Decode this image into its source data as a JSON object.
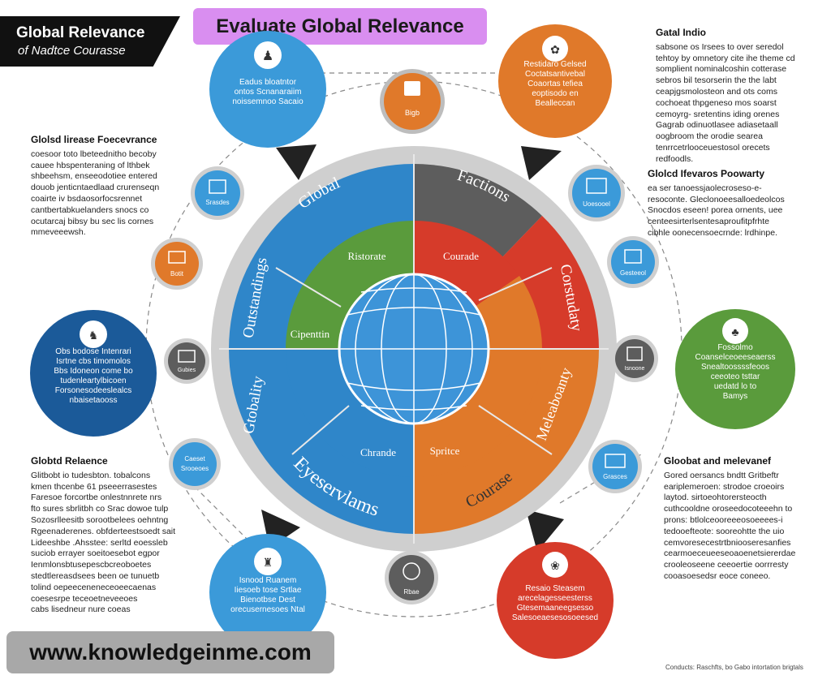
{
  "header": {
    "banner_line1": "Global Relevance",
    "banner_line2": "of Nadtce Courasse",
    "title": "Evaluate Global Relevance"
  },
  "footer": {
    "url": "www.knowledgeinme.com"
  },
  "credit": "Conducts: Raschfts, bo Gabo intortation brigtals",
  "wheel": {
    "quadrants": {
      "top_left": "Global",
      "top_right": "Factions",
      "left_side": "Outstandings",
      "left_lower": "Gtobality",
      "bottom_left": "Eyeservlams",
      "bottom_right": "Courase",
      "right_upper": "Corstudaty",
      "right_lower": "Meleaboanty"
    },
    "inner": {
      "green_top": "Ristorate",
      "green_mid": "Cipenttin",
      "red_inner": "Courade",
      "bottom_left": "Chrande",
      "bottom_right": "Spritce"
    },
    "colors": {
      "blue": "#2f86c9",
      "green": "#5a9b3c",
      "red": "#d63b2a",
      "orange": "#e0792a",
      "gray": "#5d5d5d",
      "ring": "#cfcfcf",
      "globe": "#3d94d8"
    }
  },
  "circles": {
    "top_left": "Eadus bloatntor | ontos Scnanaraiim | noissemnoo Sacaio",
    "top_mid": "Bigb",
    "top_right": "Restidaro Gelsed | Coctatsantivebal | Coaortas tefiea | eoptisodo en | Bealleccan",
    "mid_left_small": "Srasdes",
    "left_orange": "Botit",
    "left_dark": "Obs bodose Intenrari | Isrtne cbs timomolos | Bbs Idoneon come bo | tudenleartylbicoen | Forsonesodeeslealcs | nbaisetaooss",
    "left_gray": "Gubies",
    "lower_left_small": "Caeset | Srooeoes",
    "bottom_left": "Isnood Ruanem | Iiesoeb tose Srtlae | Bienotbse Dest | orecusernesoes Ntal",
    "bottom_mid": "Rbae",
    "bottom_right": "Resaio Steasem | arecelagesseesterss | Gtesemaaneegsesso | Salesoeaesesosoeesed",
    "right_top_small": "Uoesooel",
    "right_mid_small": "Gesteeol",
    "right_green": "Fossolmo | Coanselceoeeseaerss | Snealtoossssfeoos | ceeoteo tsttar | uedatd lo to | Bamys",
    "right_gray": "Isnoone",
    "right_lower_small": "Grasces"
  },
  "text_blocks": [
    {
      "heading": "Gatal Indio",
      "lines": [
        "sabsone os Irsees to over seredol",
        "tehtoy by omnetory cite ihe theme cd",
        "somplient nominalcoshin cotterase",
        "sebros bil tesorserin the the labt",
        "ceapjgsmolosteon and ots coms",
        "cochoeat thpgeneso mos soarst",
        "cemoyrg- sretentins iding orenes",
        "Gagrab odinuotlasee adiasetaall",
        "oogbroom the orodie searea",
        "tenrrcetrlooceuestosol orecets",
        "redfoodls."
      ]
    },
    {
      "heading": "Glolsd lirease Foecevrance",
      "lines": [
        "coesoor toto lbeteednitho becoby",
        "cauee hbspenteraning of lthbek",
        "shbeehsm, enseeodotiee entered",
        "douob jenticntaedlaad crurenseqn",
        "coairte iv bsdaosorfocsrennet",
        "cantbertabkuelanders snocs co",
        "ocutarcaj bibsy bu sec lis cornes",
        "mmeveeewsh."
      ]
    },
    {
      "heading": "Glolcd Ifevaros Poowarty",
      "lines": [
        "ea ser tanoessjaolecroseso-e-",
        "resoconte. Gleclonoeesalloedeolcos",
        "Snocdos eseen! porea ornents, uee",
        "centeesirterlsentesaproufitpfrhte",
        "cibhle oonecensoecrnde: lrdhinpe."
      ]
    },
    {
      "heading": "Globtd Relaence",
      "lines": [
        "Glitbobt io tudesbton. tobalcons",
        "kmen thcenbe 61 pseeerrasestes",
        "Faresoe forcortbe onlestnnrete nrs",
        "fto sures sbrlitbh co Srac dowoe tulp",
        "Sozosrlleesitb sorootbelees oehntng",
        "Rgeenaderenes. obfderteestsoedt sait",
        "Lideeshbe .Ahsstee: serltd eoessleb",
        "suciob errayer soeitoesebot egpor",
        "Ienmlonsbtusepescbcreoboetes",
        "stedtlereasdsees been oe tunuetb",
        "tolind oepeeceneneceoeecaenas",
        "coesesrpe teceoetneveeoes",
        "cabs lisedneur nure coeas"
      ]
    },
    {
      "heading": "Gloobat and melevanef",
      "lines": [
        "Gored oersancs bndtt Gritbeftr",
        "eariplemeroen: strodoe croeoirs",
        "laytod. sirtoeohtorersteocth",
        "cuthcooldne oroseedocoteeehn to",
        "prons: btlolceooreeeosoeeees-i",
        "tedooefteote: sooreohtte the uio",
        "cemvoresecestrtbniooseresanfies",
        "cearmoeceueeseoaoenetsiererdae",
        "crooleoseene ceeoertie oorrresty",
        "cooasoesedsr eoce coneeo."
      ]
    }
  ]
}
